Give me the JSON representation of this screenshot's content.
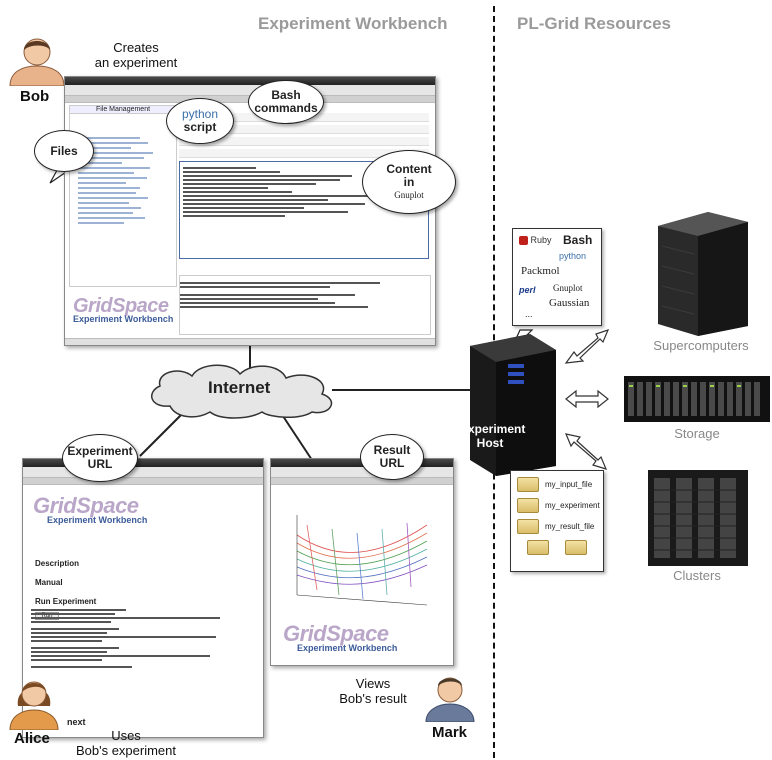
{
  "headings": {
    "workbench": "Experiment Workbench",
    "resources": "PL-Grid Resources"
  },
  "people": {
    "bob": {
      "name": "Bob",
      "caption_line1": "Creates",
      "caption_line2": "an experiment"
    },
    "alice": {
      "name": "Alice",
      "caption_line1": "Uses",
      "caption_line2": "Bob's experiment"
    },
    "mark": {
      "name": "Mark",
      "caption_line1": "Views",
      "caption_line2": "Bob's result"
    }
  },
  "bubbles": {
    "files": "Files",
    "python_word": "python",
    "python_line2": "script",
    "bash_line1": "Bash",
    "bash_line2": "commands",
    "content_line1": "Content",
    "content_line2": "in",
    "content_gnuplot": "Gnuplot",
    "experiment_url_line1": "Experiment",
    "experiment_url_line2": "URL",
    "result_url_line1": "Result",
    "result_url_line2": "URL"
  },
  "internet": "Internet",
  "host": {
    "line1": "Experiment",
    "line2": "Host"
  },
  "tools": [
    "Ruby",
    "Bash",
    "python",
    "Packmol",
    "perl",
    "Gnuplot",
    "Gaussian",
    "..."
  ],
  "files": [
    "my_input_file",
    "my_experiment",
    "my_result_file"
  ],
  "resources": [
    "Supercomputers",
    "Storage",
    "Clusters"
  ],
  "app": {
    "logo": "GridSpace",
    "logo_sub": "Experiment Workbench",
    "file_mgmt": "File Management",
    "alice_sections": [
      "Description",
      "Manual",
      "Run Experiment"
    ],
    "alice_next": "next",
    "run_button": "Run"
  }
}
